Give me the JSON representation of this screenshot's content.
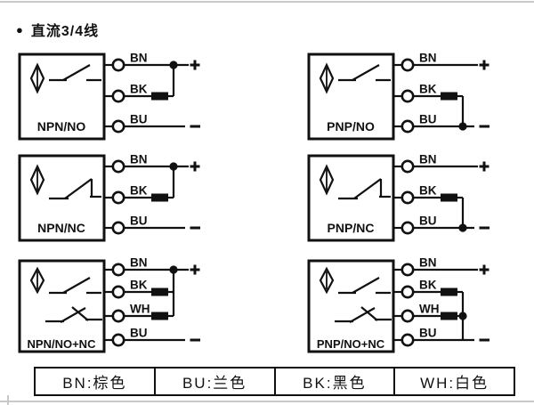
{
  "title": {
    "bullet": "●",
    "text": "直流3/4线"
  },
  "colors": {
    "ink": "#111111",
    "paper": "#ffffff",
    "edge_line": "#c9c9c9"
  },
  "polarity_symbols": {
    "plus": "+",
    "minus": "-"
  },
  "diagrams": [
    {
      "label": "NPN/NO",
      "polarity": "npn",
      "contacts": [
        "no"
      ],
      "wires": [
        "BN",
        "BK",
        "BU"
      ]
    },
    {
      "label": "PNP/NO",
      "polarity": "pnp",
      "contacts": [
        "no"
      ],
      "wires": [
        "BN",
        "BK",
        "BU"
      ]
    },
    {
      "label": "NPN/NC",
      "polarity": "npn",
      "contacts": [
        "nc"
      ],
      "wires": [
        "BN",
        "BK",
        "BU"
      ]
    },
    {
      "label": "PNP/NC",
      "polarity": "pnp",
      "contacts": [
        "nc"
      ],
      "wires": [
        "BN",
        "BK",
        "BU"
      ]
    },
    {
      "label": "NPN/NO+NC",
      "polarity": "npn",
      "contacts": [
        "no",
        "ncx"
      ],
      "wires": [
        "BN",
        "BK",
        "WH",
        "BU"
      ]
    },
    {
      "label": "PNP/NO+NC",
      "polarity": "pnp",
      "contacts": [
        "no",
        "ncx"
      ],
      "wires": [
        "BN",
        "BK",
        "WH",
        "BU"
      ]
    }
  ],
  "legend": {
    "cells": [
      "BN:棕色",
      "BU:兰色",
      "BK:黑色",
      "WH:白色"
    ]
  }
}
